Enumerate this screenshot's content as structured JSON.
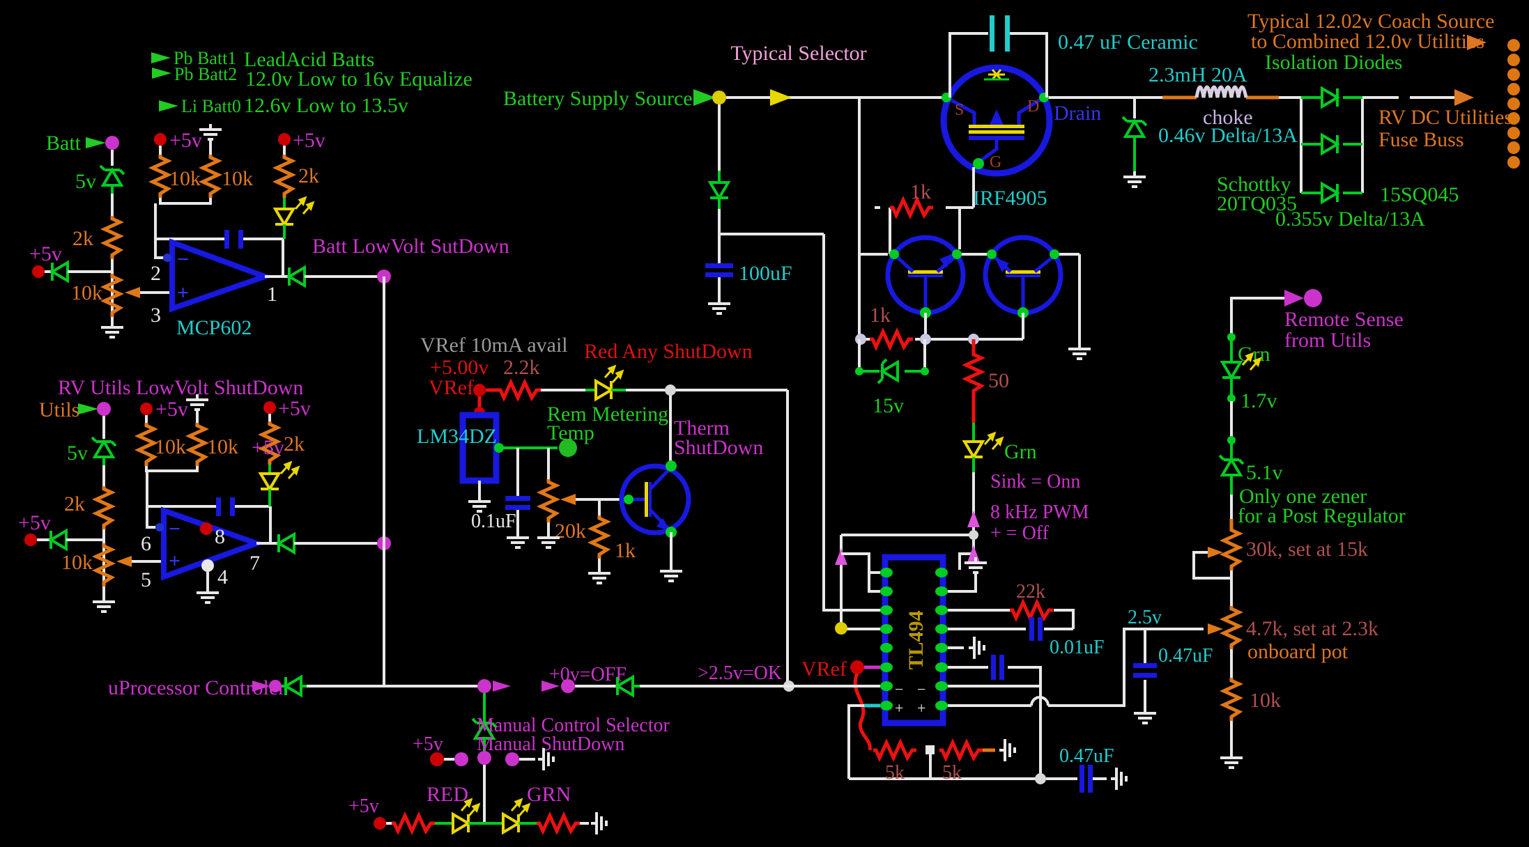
{
  "title": "Typical Selector",
  "colors": {
    "background": "#000000",
    "wire": "#e8e8e8",
    "component_blue": "#1818e0",
    "diode_green": "#00cc22",
    "resistor_orange": "#e07818",
    "resistor_red": "#ee1111",
    "text_magenta": "#cc33cc",
    "text_cyan": "#22cccc",
    "text_green": "#22cc22",
    "text_orange": "#dd7722",
    "led_yellow": "#e8d800",
    "title_pink": "#f2a0d8"
  },
  "shared": {
    "plus5v": "+5v",
    "r10k": "10k",
    "r2k": "2k",
    "r1k": "1k",
    "r5k": "5k",
    "z5v": "5v",
    "vref": "VRef",
    "grn": "Grn",
    "c047uf": "0.47uF",
    "minus": "−",
    "plus": "+"
  },
  "legend": {
    "pb1": "Pb Batt1",
    "pb2": "Pb Batt2",
    "li": "Li Batt0",
    "type": "LeadAcid Batts",
    "pb_range": "12.0v Low to 16v Equalize",
    "li_range": "12.6v Low to 13.5v"
  },
  "batt": {
    "input": "Batt",
    "heading": "Batt LowVolt SutDown",
    "chip": "MCP602",
    "pin1": "1",
    "pin2": "2",
    "pin3": "3"
  },
  "utils": {
    "input": "Utils",
    "heading": "RV Utils LowVolt ShutDown",
    "pin4": "4",
    "pin5": "5",
    "pin6": "6",
    "pin7": "7",
    "pin8": "8"
  },
  "supply": {
    "source": "Battery Supply Source",
    "cap": "0.47 uF Ceramic",
    "choke_rating": "2.3mH 20A",
    "choke": "choke",
    "delta": "0.46v Delta/13A",
    "drain": "Drain",
    "s": "S",
    "d": "D",
    "g": "G",
    "mosfet": "IRF4905",
    "cap100": "100uF",
    "zener15": "15v",
    "r50": "50"
  },
  "outputs": {
    "coach1": "Typical 12.02v Coach Source",
    "coach2": "to Combined 12.0v Utilities",
    "iso": "Isolation Diodes",
    "rv": "RV DC Utilities",
    "fuse": "Fuse Buss",
    "schottky": "Schottky",
    "pn1": "20TQ035",
    "pn2": "15SQ045",
    "delta": "0.355v Delta/13A"
  },
  "sensor": {
    "avail": "VRef 10mA avail",
    "v500": "+5.00v",
    "r22": "2.2k",
    "red_any": "Red Any ShutDown",
    "rem": "Rem Metering",
    "temp": "Temp",
    "therm": "Therm",
    "shutdown": "ShutDown",
    "part": "LM34DZ",
    "c01": "0.1uF",
    "pot20": "20k"
  },
  "pwm": {
    "sink": "Sink = Onn",
    "pwm": "8 kHz PWM",
    "off": "+ = Off",
    "chip": "TL494",
    "r22k": "22k",
    "c001": "0.01uF",
    "v25": "2.5v",
    "off_low": "+0v=OFF",
    "ok": ">2.5v=OK"
  },
  "regulator": {
    "remote1": "Remote Sense",
    "remote2": "from Utils",
    "v17": "1.7v",
    "v51": "5.1v",
    "note1": "Only one zener",
    "note2": "for a Post Regulator",
    "r30": "30k, set at 15k",
    "r47": "4.7k, set at 2.3k",
    "onboard": "onboard pot"
  },
  "manual": {
    "uproc": "uProcessor Controler",
    "selector": "Manual Control Selector",
    "shutdown": "Manual ShutDown",
    "red": "RED",
    "grn": "GRN"
  }
}
